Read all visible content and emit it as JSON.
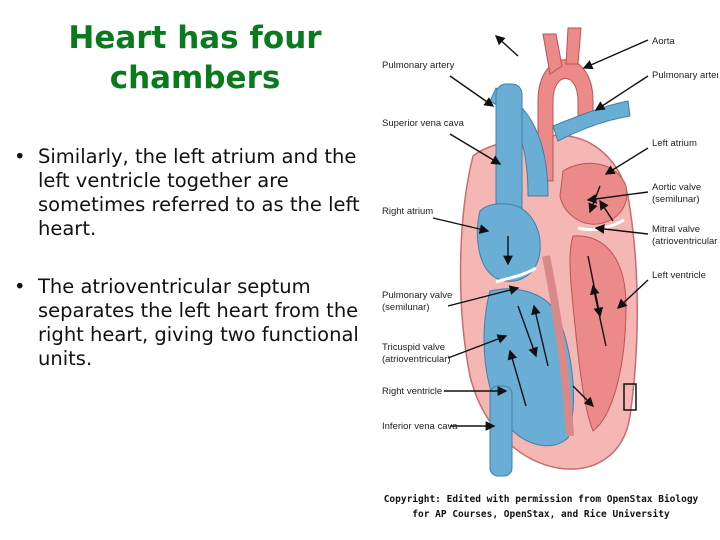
{
  "slide": {
    "title_line1": "Heart has four",
    "title_line2": "chambers",
    "bullets": [
      "Similarly, the left atrium and the left ventricle together are sometimes referred to as the left heart.",
      "The atrioventricular septum separates the left heart from the right heart, giving two functional units."
    ],
    "copyright_line1": "Copyright: Edited with permission from OpenStax Biology",
    "copyright_line2": "for AP Courses, OpenStax, and Rice University"
  },
  "diagram": {
    "labels_left": {
      "pulmonary_artery": "Pulmonary artery",
      "superior_vena_cava": "Superior vena cava",
      "right_atrium": "Right atrium",
      "pulmonary_valve_1": "Pulmonary valve",
      "pulmonary_valve_2": "(semilunar)",
      "tricuspid_valve_1": "Tricuspid valve",
      "tricuspid_valve_2": "(atrioventricular)",
      "right_ventricle": "Right ventricle",
      "inferior_vena_cava": "Inferior vena cava"
    },
    "labels_right": {
      "aorta": "Aorta",
      "pulmonary_artery": "Pulmonary artery",
      "left_atrium": "Left atrium",
      "aortic_valve_1": "Aortic valve",
      "aortic_valve_2": "(semilunar)",
      "mitral_valve_1": "Mitral valve",
      "mitral_valve_2": "(atrioventricular)",
      "left_ventricle": "Left ventricle"
    },
    "colors": {
      "oxygen_poor": "#6aaed6",
      "oxygen_rich": "#ec8a8a",
      "muscle": "#f4b7b3",
      "title_green": "#0b7a1e"
    }
  }
}
